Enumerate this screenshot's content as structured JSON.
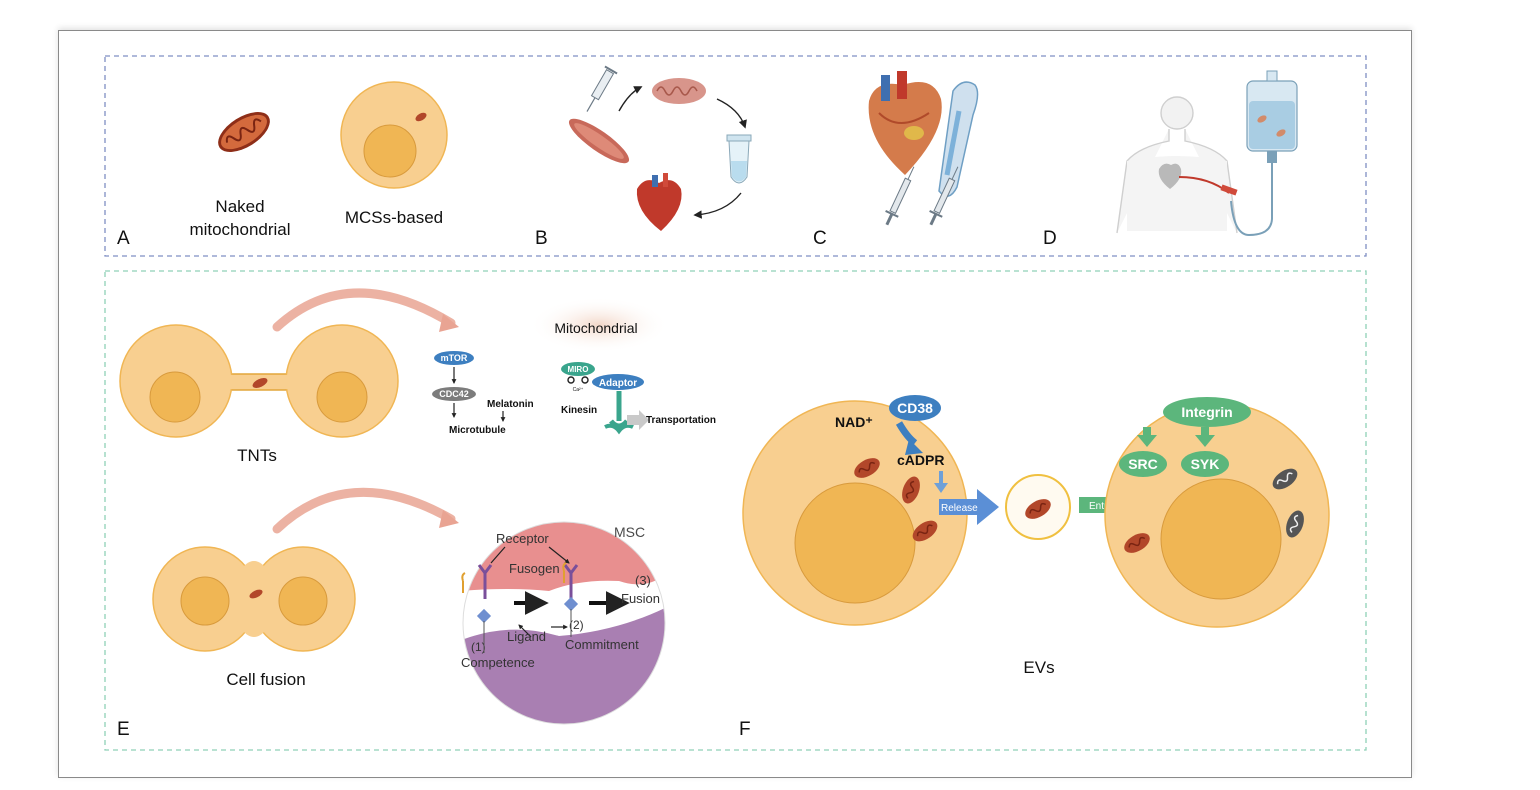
{
  "panels": {
    "a": {
      "letter": "A",
      "naked_line1": "Naked",
      "naked_line2": "mitochondrial",
      "mcs_label": "MCSs-based"
    },
    "b": {
      "letter": "B"
    },
    "c": {
      "letter": "C"
    },
    "d": {
      "letter": "D"
    },
    "e": {
      "letter": "E",
      "tnts_label": "TNTs",
      "cell_fusion_label": "Cell fusion",
      "pathway": {
        "mtor": "mTOR",
        "cdc42": "CDC42",
        "melatonin": "Melatonin",
        "microtubule": "Microtubule"
      },
      "transport": {
        "mitochondrial": "Mitochondrial",
        "miro": "MIRO",
        "ca": "Ca²⁺",
        "adaptor": "Adaptor",
        "kinesin": "Kinesin",
        "transportation": "Transportation"
      },
      "fusion": {
        "msc": "MSC",
        "receptor": "Receptor",
        "fusogen": "Fusogen",
        "step3": "(3)",
        "fusion": "Fusion",
        "ligand": "Ligand",
        "step1": "(1)",
        "competence": "Competence",
        "step2": "(2)",
        "commitment": "Commitment"
      }
    },
    "f": {
      "letter": "F",
      "nad": "NAD⁺",
      "cd38": "CD38",
      "cadpr": "cADPR",
      "release": "Release",
      "entry": "Entry",
      "integrin": "Integrin",
      "src": "SRC",
      "syk": "SYK",
      "evs": "EVs"
    }
  },
  "colors": {
    "top_border": "#7f8fc4",
    "bottom_border": "#8fd1b6",
    "cell_outer": "#f8cf90",
    "cell_nucleus": "#f0b654",
    "mito_red": "#b2472a",
    "arrow_pink": "#e9a493",
    "blue_node": "#3d7fc0",
    "green_node": "#5cb67c"
  },
  "icons": [
    "mitochondrion-icon",
    "syringe-icon",
    "heart-icon",
    "muscle-icon",
    "tube-icon",
    "iv-bag-icon",
    "human-silhouette-icon",
    "vessel-icon"
  ]
}
